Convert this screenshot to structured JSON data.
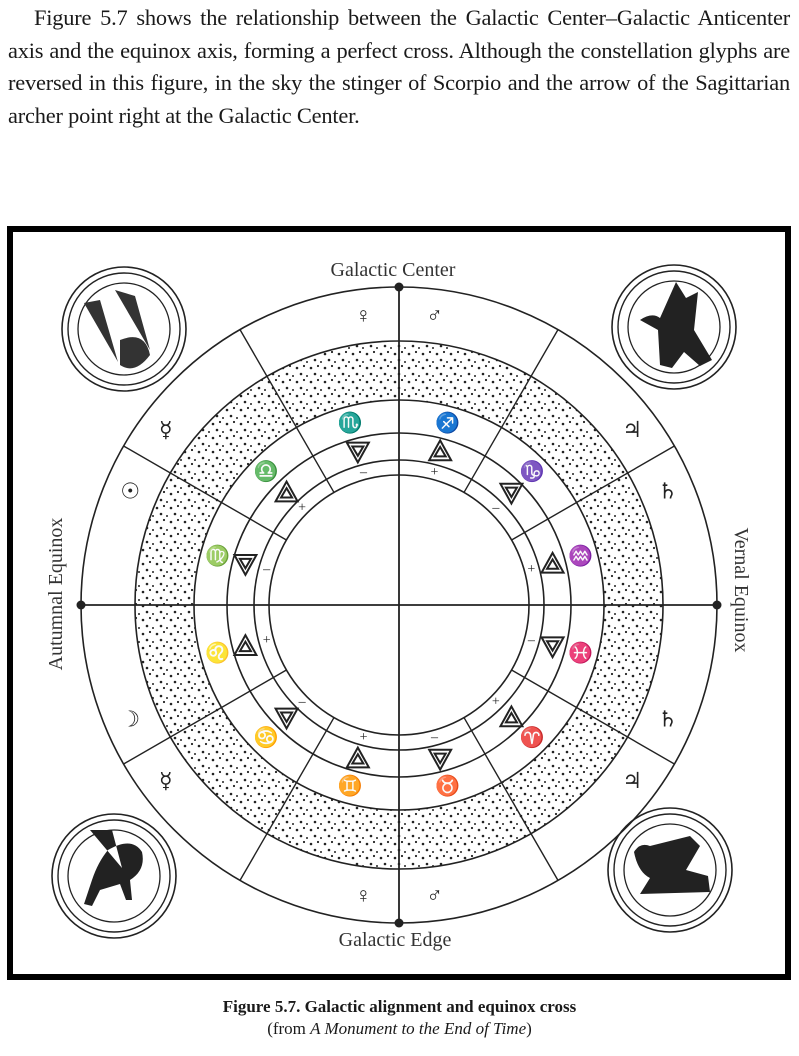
{
  "body_text": "Figure 5.7 shows the relationship between the Galactic Center–Galactic Anticenter axis and the equinox axis, forming a perfect cross. Although the constellation glyphs are reversed in this figure, in the sky the stinger of Scorpio and the arrow of the Sagittarian archer point right at the Galactic Center.",
  "figure": {
    "labels": {
      "top": "Galactic Center",
      "bottom": "Galactic Edge",
      "left": "Autumnal Equinox",
      "right": "Vernal Equinox"
    },
    "corner_medallions": [
      {
        "position": "top-left",
        "icon": "winged-man-icon"
      },
      {
        "position": "top-right",
        "icon": "eagle-icon"
      },
      {
        "position": "bottom-left",
        "icon": "winged-lion-icon"
      },
      {
        "position": "bottom-right",
        "icon": "winged-bull-icon"
      }
    ],
    "planet_glyphs": [
      {
        "glyph": "♂",
        "name": "mars"
      },
      {
        "glyph": "♃",
        "name": "jupiter"
      },
      {
        "glyph": "♄",
        "name": "saturn"
      },
      {
        "glyph": "♄",
        "name": "saturn"
      },
      {
        "glyph": "♃",
        "name": "jupiter"
      },
      {
        "glyph": "♂",
        "name": "mars"
      },
      {
        "glyph": "♀",
        "name": "venus"
      },
      {
        "glyph": "☿",
        "name": "mercury"
      },
      {
        "glyph": "☽",
        "name": "moon"
      },
      {
        "glyph": "☉",
        "name": "sun"
      },
      {
        "glyph": "☿",
        "name": "mercury"
      },
      {
        "glyph": "♀",
        "name": "venus"
      }
    ],
    "sign_glyphs": [
      {
        "glyph": "♐",
        "name": "sagittarius",
        "element": "fire",
        "polarity": "+"
      },
      {
        "glyph": "♑",
        "name": "capricorn",
        "element": "earth",
        "polarity": "–"
      },
      {
        "glyph": "♒",
        "name": "aquarius",
        "element": "air",
        "polarity": "+"
      },
      {
        "glyph": "♓",
        "name": "pisces",
        "element": "water",
        "polarity": "–"
      },
      {
        "glyph": "♈",
        "name": "aries",
        "element": "fire",
        "polarity": "+"
      },
      {
        "glyph": "♉",
        "name": "taurus",
        "element": "earth",
        "polarity": "–"
      },
      {
        "glyph": "♊",
        "name": "gemini",
        "element": "air",
        "polarity": "+"
      },
      {
        "glyph": "♋",
        "name": "cancer",
        "element": "water",
        "polarity": "–"
      },
      {
        "glyph": "♌",
        "name": "leo",
        "element": "fire",
        "polarity": "+"
      },
      {
        "glyph": "♍",
        "name": "virgo",
        "element": "earth",
        "polarity": "–"
      },
      {
        "glyph": "♎",
        "name": "libra",
        "element": "air",
        "polarity": "+"
      },
      {
        "glyph": "♏",
        "name": "scorpio",
        "element": "water",
        "polarity": "–"
      }
    ]
  },
  "caption": {
    "title": "Figure 5.7. Galactic alignment and equinox cross",
    "source_prefix": "(from ",
    "source_title": "A Monument to the End of Time",
    "source_suffix": ")"
  }
}
